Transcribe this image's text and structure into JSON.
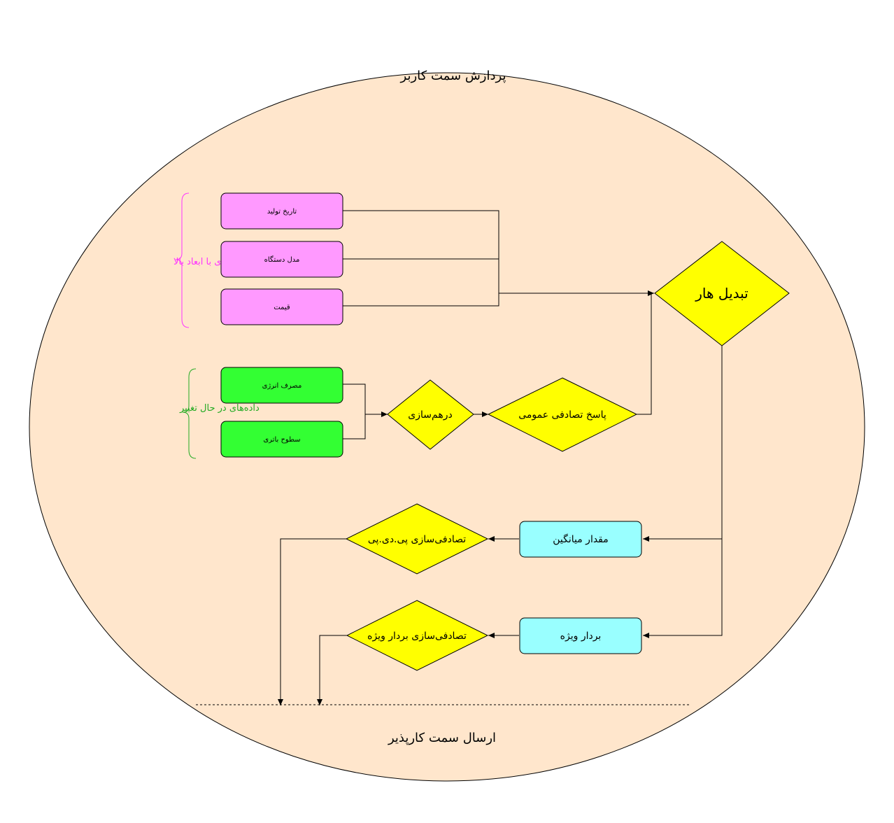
{
  "diagram": {
    "top_label": "پردازش سمت کاربر",
    "bottom_label": "ارسال سمت کارپذیر",
    "groups": {
      "high_dim": {
        "label": "داده‌های با ابعاد بالا",
        "color": "#ff33ff"
      },
      "changing": {
        "label": "داده‌های در حال تغییر",
        "color": "#22aa22"
      }
    },
    "boxes": {
      "manufacture_date": "تاریخ تولید",
      "device_model": "مدل دستگاه",
      "price": "قیمت",
      "energy_use": "مصرف انرژی",
      "battery_levels": "سطوح باتری",
      "mean_value": "مقدار میانگین",
      "eigenvector": "بردار ویژه"
    },
    "decisions": {
      "hash": "درهم‌سازی",
      "public_random_response": "پاسخ تصادفی عمومی",
      "haar_transform": "تبدیل هار",
      "pdp_randomization": "تصادفی‌سازی پی.دی.پی",
      "eigenvector_randomization": "تصادفی‌سازی بردار ویژه"
    },
    "colors": {
      "circle_fill": "#ffe6cc",
      "pink_box": "#ff99ff",
      "green_box": "#33ff33",
      "cyan_box": "#99ffff",
      "diamond": "#ffff00"
    }
  }
}
